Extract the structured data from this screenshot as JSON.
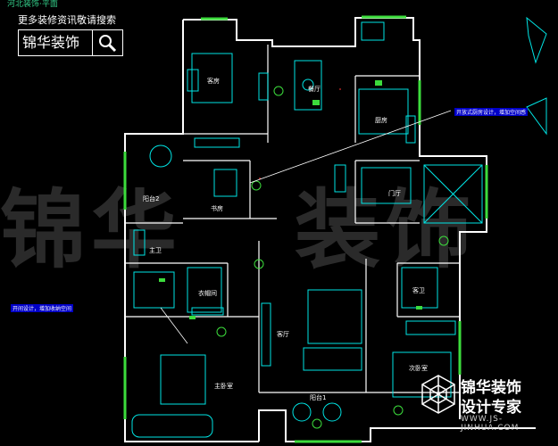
{
  "header": {
    "top_strip": "河北装饰·平面",
    "promo": "更多装修资讯敬请搜索",
    "brand": "锦华装饰",
    "search_icon": "search-icon"
  },
  "watermark": {
    "left": "锦华",
    "right": "装饰"
  },
  "rooms": {
    "guest_bedroom": "客房",
    "dining": "餐厅",
    "kitchen": "厨房",
    "balcony2": "阳台2",
    "study": "书房",
    "foyer": "门厅",
    "bath_main": "主卫",
    "walk_in_closet": "衣帽间",
    "guest_bath": "客卫",
    "living": "客厅",
    "master_bedroom": "主卧室",
    "second_bedroom": "次卧室",
    "balcony1": "阳台1"
  },
  "notes": {
    "right": "开放式厨房设计，增加空间感",
    "left": "开间设计，增加收纳空间"
  },
  "corner_brand": {
    "line1": "锦华装饰",
    "line2": "设计专家",
    "url": "WWW.JS-JINHUA.COM"
  },
  "colors": {
    "background": "#000000",
    "walls": "#ffffff",
    "cyan": "#00e5e5",
    "green": "#3cdc3c",
    "red": "#ff3333",
    "blue_note": "#0000c8"
  }
}
